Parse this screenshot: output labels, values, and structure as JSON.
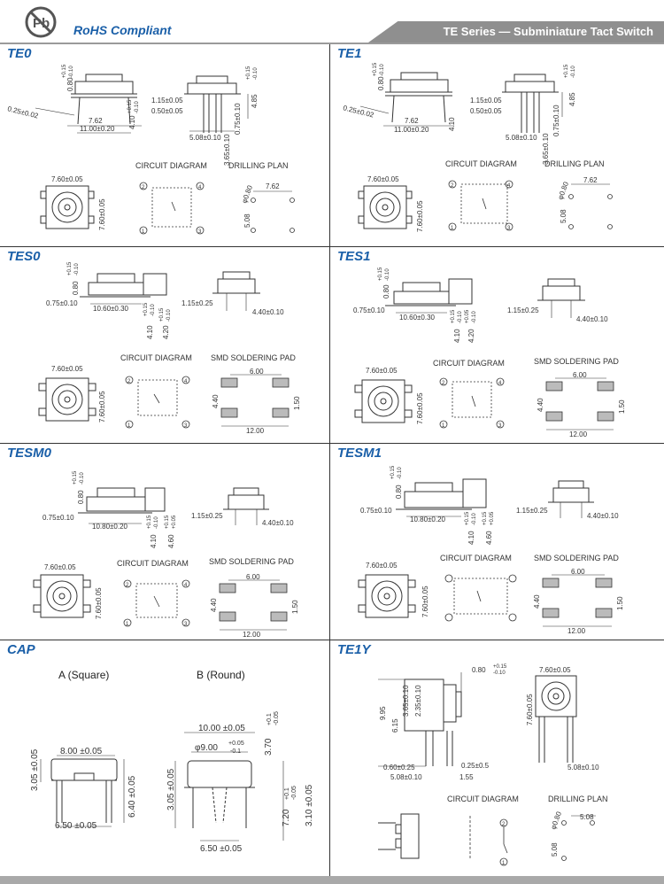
{
  "header": {
    "compliance": "RoHS Compliant",
    "banner": "TE Series — Subminiature Tact Switch",
    "logo_letters": "Pb"
  },
  "colors": {
    "title_blue": "#1a5fa8",
    "banner_gray": "#8f8f8f",
    "line": "#333333"
  },
  "labels": {
    "circuit": "CIRCUIT DIAGRAM",
    "drilling": "DRILLING PLAN",
    "smd": "SMD SOLDERING PAD"
  },
  "sections": {
    "te0": {
      "title": "TE0"
    },
    "te1": {
      "title": "TE1"
    },
    "tes0": {
      "title": "TES0"
    },
    "tes1": {
      "title": "TES1"
    },
    "tesm0": {
      "title": "TESM0"
    },
    "tesm1": {
      "title": "TESM1"
    },
    "cap": {
      "title": "CAP",
      "a": "A (Square)",
      "b": "B (Round)"
    },
    "te1y": {
      "title": "TE1Y"
    }
  },
  "dims": {
    "d080": "0.80",
    "tol015": "+0.15",
    "tolm010": "-0.10",
    "d025": "0.25±0.02",
    "d762": "7.62",
    "d1100": "11.00±0.20",
    "d410": "4.10",
    "d115": "1.15±0.05",
    "d050": "0.50±0.05",
    "d508": "5.08±0.10",
    "d365": "3.65±0.10",
    "d075v": "0.75±0.10",
    "d485": "4.85",
    "d760": "7.60±0.05",
    "dr080": "φ0.80",
    "dr762": "7.62",
    "dr508": "5.08",
    "s075": "0.75±0.10",
    "s1060": "10.60±0.30",
    "s1080": "10.80±0.20",
    "s420": "4.20",
    "s460": "4.60",
    "tol005": "+0.05",
    "s115": "1.15±0.25",
    "s440": "4.40±0.10",
    "p600": "6.00",
    "p440": "4.40",
    "p150": "1.50",
    "p1200": "12.00",
    "c800": "8.00 ±0.05",
    "c305": "3.05 ±0.05",
    "c640": "6.40 ±0.05",
    "c650": "6.50 ±0.05",
    "c1000": "10.00 ±0.05",
    "c900": "φ9.00",
    "ctol005": "+0.05",
    "ctolm01": "-0.1",
    "c370": "3.70",
    "ctol01": "+0.1",
    "ctolm005": "-0.05",
    "c720": "7.20",
    "c310": "3.10 ±0.05",
    "y080": "0.80",
    "y760": "7.60±0.05",
    "y995": "9.95",
    "y615": "6.15",
    "y365": "3.65±0.10",
    "y235": "2.35±0.10",
    "y060": "0.60±0.25",
    "y508": "5.08±0.10",
    "y025": "0.25±0.5",
    "y155": "1.55",
    "y508b": "5.08±0.10",
    "y508d": "5.08"
  },
  "pins": {
    "p1": "1",
    "p2": "2",
    "p3": "3",
    "p4": "4"
  }
}
